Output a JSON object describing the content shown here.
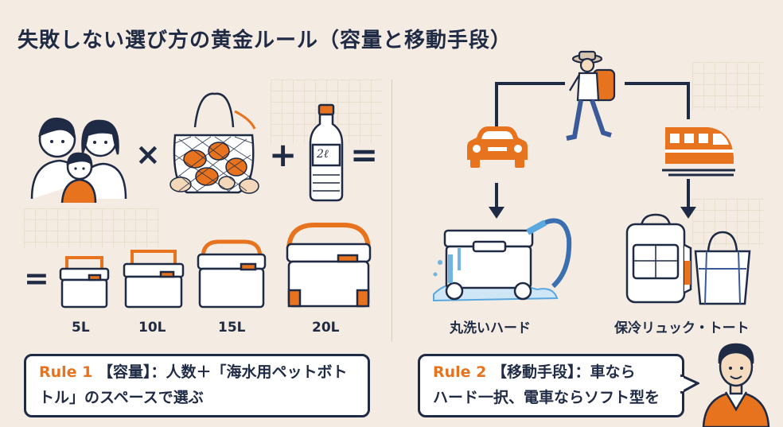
{
  "title": "失敗しない選び方の黄金ルール（容量と移動手段）",
  "symbols": {
    "times": "×",
    "plus": "+",
    "equals": "=",
    "equals2": "="
  },
  "bottle_label": "2ℓ",
  "capacities": [
    "5L",
    "10L",
    "15L",
    "20L"
  ],
  "transport_labels": [
    "丸洗いハード",
    "保冷リュック・トート"
  ],
  "rule1": {
    "key": "Rule 1",
    "line1": "【容量】：人数＋「海水用ペットボト",
    "line2": "トル」のスペースで選ぶ"
  },
  "rule2": {
    "key": "Rule 2",
    "line1": "【移動手段】：車なら",
    "line2": "ハード一択、電車ならソフト型を"
  },
  "colors": {
    "navy": "#1f2a44",
    "orange": "#e8731e",
    "background": "#f4ece2",
    "water": "#5aa8e0"
  },
  "icons": [
    "family-icon",
    "mesh-bag-icon",
    "water-bottle-icon",
    "cooler-icon",
    "hiker-icon",
    "car-icon",
    "train-icon",
    "backpack-icon",
    "tote-bag-icon",
    "man-avatar-icon"
  ]
}
